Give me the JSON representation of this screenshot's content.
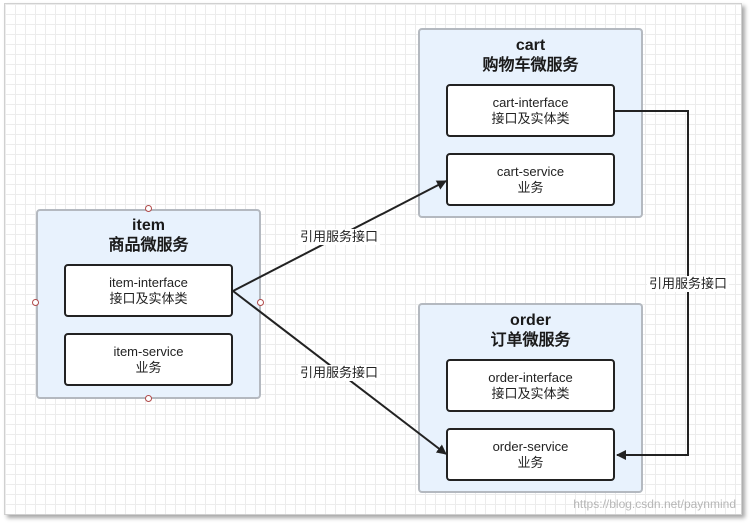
{
  "groups": {
    "item": {
      "name": "item",
      "subtitle": "商品微服务"
    },
    "cart": {
      "name": "cart",
      "subtitle": "购物车微服务"
    },
    "order": {
      "name": "order",
      "subtitle": "订单微服务"
    }
  },
  "boxes": {
    "item_interface": {
      "line1": "item-interface",
      "line2": "接口及实体类"
    },
    "item_service": {
      "line1": "item-service",
      "line2": "业务"
    },
    "cart_interface": {
      "line1": "cart-interface",
      "line2": "接口及实体类"
    },
    "cart_service": {
      "line1": "cart-service",
      "line2": "业务"
    },
    "order_interface": {
      "line1": "order-interface",
      "line2": "接口及实体类"
    },
    "order_service": {
      "line1": "order-service",
      "line2": "业务"
    }
  },
  "edges": {
    "item_to_cart": "引用服务接口",
    "item_to_order": "引用服务接口",
    "cart_to_order": "引用服务接口"
  },
  "watermark": "https://blog.csdn.net/paynmind",
  "colors": {
    "group_fill": "#e8f2fd",
    "group_border": "#b4b9c0",
    "box_border": "#222222",
    "edge": "#222222",
    "handle": "#b04a4a"
  }
}
